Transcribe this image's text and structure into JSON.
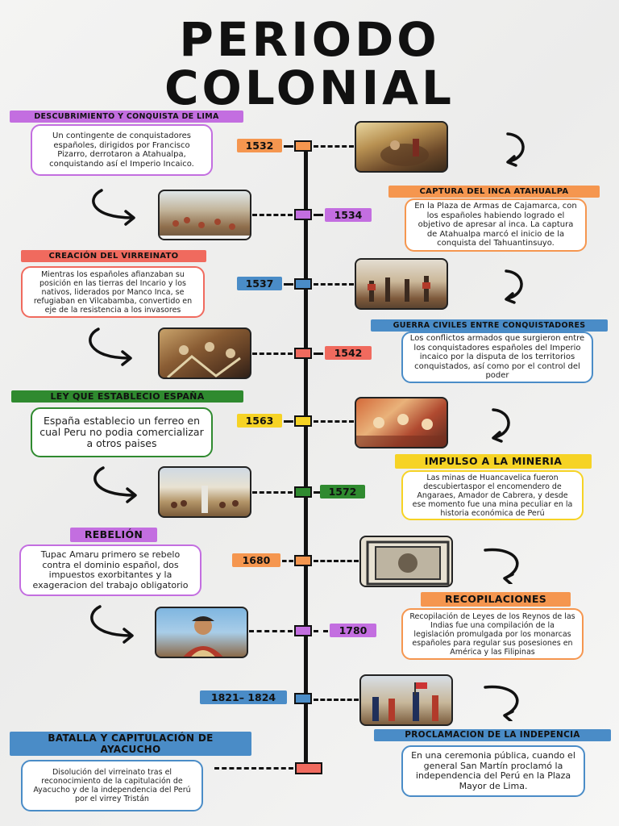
{
  "title": {
    "line1": "PERIODO",
    "line2": "COLONIAL"
  },
  "events": [
    {
      "year": "1532",
      "label": "DESCUBRIMIENTO Y CONQUISTA DE LIMA",
      "text": "Un contingente de conquistadores españoles, dirigidos por Francisco Pizarro, derrotaron a Atahualpa, conquistando así el Imperio Incaico.",
      "color": "#f5964f",
      "label_color": "#c36ee0",
      "box_color": "#c36ee0"
    },
    {
      "year": "1534",
      "label": "CAPTURA DEL INCA ATAHUALPA",
      "text": "En la Plaza de Armas de Cajamarca, con los españoles habiendo logrado el objetivo de apresar al inca. La captura de Atahualpa marcó el inicio de la conquista del Tahuantinsuyo.",
      "color": "#c36ee0",
      "label_color": "#f5964f",
      "box_color": "#f5964f"
    },
    {
      "year": "1537",
      "label": "CREACIÓN DEL VIRREINATO",
      "text": "Mientras los españoles afianzaban su posición en las tierras del Incario y los nativos, liderados por Manco Inca, se refugiaban en Vilcabamba, convertido en eje de la resistencia a los invasores",
      "color": "#4a8cc7",
      "label_color": "#f06a5e",
      "box_color": "#f06a5e"
    },
    {
      "year": "1542",
      "label": "GUERRA CIVILES ENTRE CONQUISTADORES",
      "text": "Los conflictos armados que surgieron entre los conquistadores españoles del Imperio incaico por la disputa de los territorios conquistados, así como por el control del poder",
      "color": "#f06a5e",
      "label_color": "#4a8cc7",
      "box_color": "#4a8cc7"
    },
    {
      "year": "1563",
      "label": "LEY QUE ESTABLECIO ESPAÑA",
      "text": "España establecio un ferreo en cual Peru no podia comercializar a otros paises",
      "color": "#f6d325",
      "label_color": "#2f8a2f",
      "box_color": "#2f8a2f"
    },
    {
      "year": "1572",
      "label": "IMPULSO A LA MINERIA",
      "text": "Las minas de Huancavelica fueron descubiertaspor el encomendero de Angaraes, Amador de Cabrera, y desde ese momento fue una mina peculiar en la historia económica de Perú",
      "color": "#2f8a2f",
      "label_color": "#f6d325",
      "box_color": "#f6d325"
    },
    {
      "year": "1680",
      "label": "REBELIÓN",
      "text": "Tupac Amaru primero se rebelo contra el dominio español, dos impuestos exorbitantes y la exageracion del trabajo obligatorio",
      "color": "#f5964f",
      "label_color": "#c36ee0",
      "box_color": "#c36ee0"
    },
    {
      "year": "1780",
      "label": "RECOPILACIONES",
      "text": "Recopilación de Leyes de los Reynos de las Indias fue una compilación de la legislación promulgada por los monarcas españoles para regular sus posesiones en América y las Filipinas",
      "color": "#c36ee0",
      "label_color": "#f5964f",
      "box_color": "#f5964f"
    },
    {
      "year": "1821– 1824",
      "label": "PROCLAMACION DE LA INDEPENCIA",
      "text": "En una ceremonia pública, cuando el general San Martín proclamó la independencia del Perú en la Plaza Mayor de Lima.",
      "color": "#4a8cc7",
      "label_color": "#4a8cc7",
      "box_color": "#4a8cc7"
    },
    {
      "year": "",
      "label": "BATALLA Y CAPITULACIÓN DE AYACUCHO",
      "text": "Disolución del virreinato tras el reconocimiento de la capitulación de Ayacucho y de la independencia del Perú por el virrey Tristán",
      "color": "#f06a5e",
      "label_color": "#4a8cc7",
      "box_color": "#4a8cc7"
    }
  ],
  "icons": {
    "arrow": "curved-arrow-icon",
    "photo": "historical-painting-image"
  }
}
